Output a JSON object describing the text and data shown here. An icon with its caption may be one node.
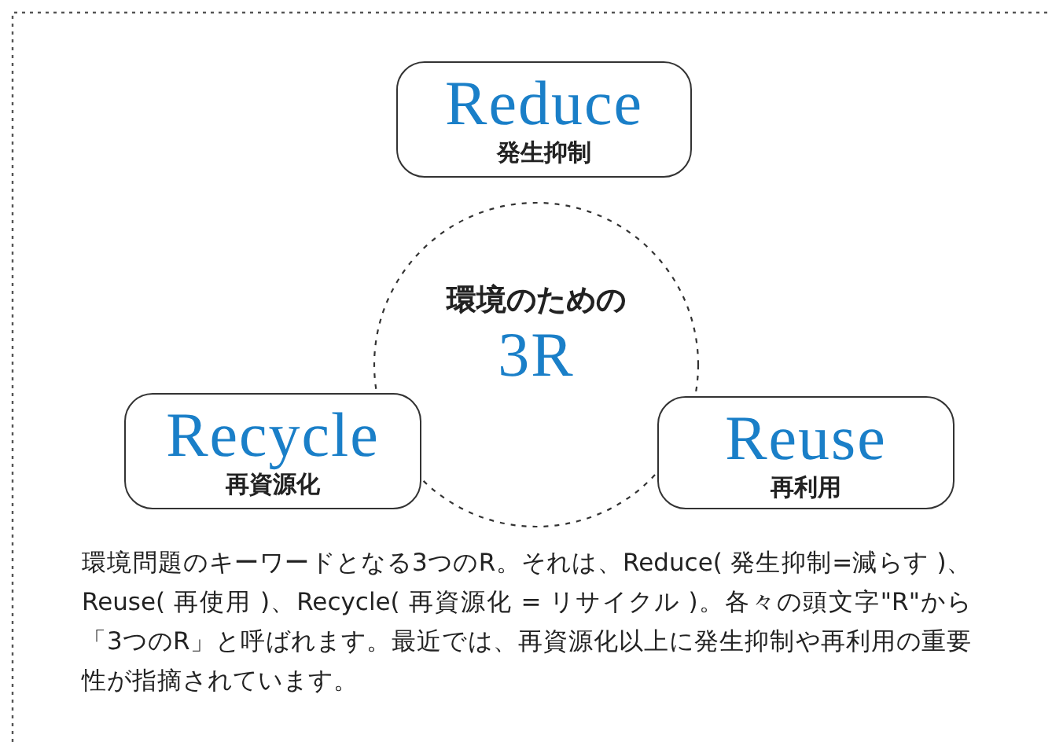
{
  "diagram": {
    "nodes": [
      {
        "text": [
          "Reduce",
          "発生抑制"
        ]
      },
      {
        "text": [
          "環境のための",
          "3R"
        ]
      },
      {
        "text": [
          "Recycle",
          "再資源化"
        ]
      },
      {
        "text": [
          "Reuse",
          "再利用"
        ]
      }
    ],
    "labels": [
      "環境問題のキーワードとなる3つのR。それは、Reduce( 発生抑制=減らす )、Reuse( 再使用 )、Recycle( 再資源化 = リサイクル )。各々の頭文字\"R\"から「3つのR」と呼ばれます。最近では、再資源化以上に発生抑制や再利用の重要性が指摘されています。"
    ]
  }
}
